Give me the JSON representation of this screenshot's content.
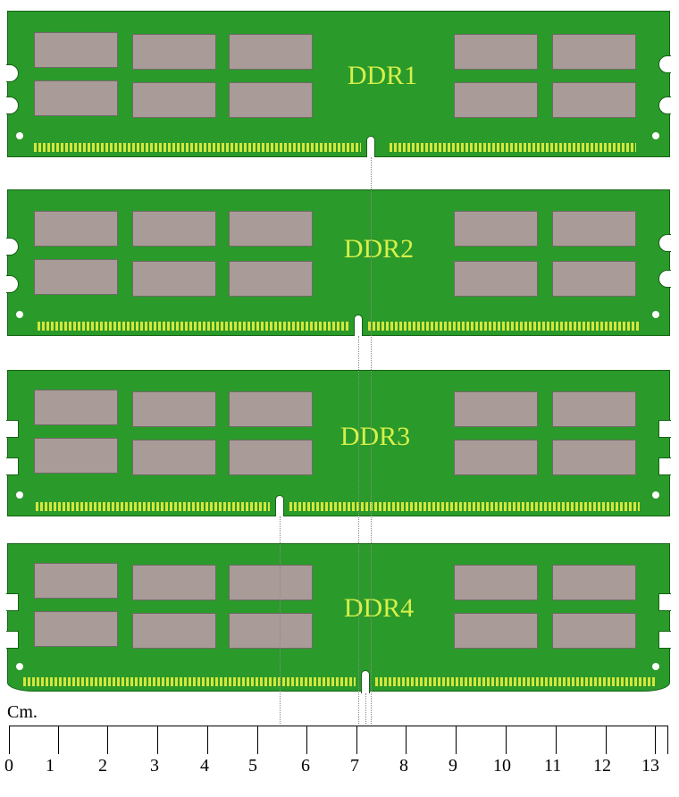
{
  "modules": [
    {
      "label": "DDR1"
    },
    {
      "label": "DDR2"
    },
    {
      "label": "DDR3"
    },
    {
      "label": "DDR4"
    }
  ],
  "ruler": {
    "unit": "Cm.",
    "ticks": [
      "0",
      "1",
      "2",
      "3",
      "4",
      "5",
      "6",
      "7",
      "8",
      "9",
      "10",
      "11",
      "12",
      "13"
    ]
  },
  "colors": {
    "pcb": "#2a9a2a",
    "chip": "#a99b98",
    "label": "#d6f04a",
    "pins": "#d6e63c"
  }
}
